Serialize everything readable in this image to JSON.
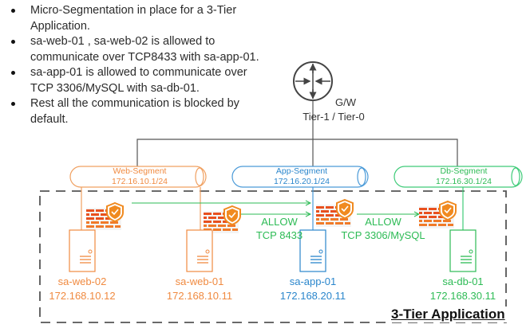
{
  "bullets": [
    "Micro-Segmentation in place for a 3-Tier Application.",
    "sa-web-01 , sa-web-02 is allowed to communicate over TCP8433 with sa-app-01.",
    "sa-app-01 is allowed to communicate over TCP 3306/MySQL with sa-db-01.",
    "Rest all the communication is blocked by default."
  ],
  "gateway": {
    "icon": "router-icon",
    "name": "G/W",
    "tiers": "Tier-1 / Tier-0"
  },
  "segments": [
    {
      "name": "Web-Segment",
      "cidr": "172.16.10.1/24",
      "color": "#f0a060"
    },
    {
      "name": "App-Segment",
      "cidr": "172.16.20.1/24",
      "color": "#4a9ad8"
    },
    {
      "name": "Db-Segment",
      "cidr": "172.16.30.1/24",
      "color": "#3ecb78"
    }
  ],
  "hosts": [
    {
      "name": "sa-web-02",
      "ip": "172.168.10.12",
      "color": "#f08a40"
    },
    {
      "name": "sa-web-01",
      "ip": "172.168.10.11",
      "color": "#f08a40"
    },
    {
      "name": "sa-app-01",
      "ip": "172.168.20.11",
      "color": "#2a86cc"
    },
    {
      "name": "sa-db-01",
      "ip": "172.168.30.11",
      "color": "#2dbb55"
    }
  ],
  "rules": [
    {
      "action": "ALLOW",
      "protocol": "TCP 8433"
    },
    {
      "action": "ALLOW",
      "protocol": "TCP 3306/MySQL"
    }
  ],
  "firewall_icon": "firewall-shield-icon",
  "boundary_label": "3-Tier Application",
  "colors": {
    "allow_flow": "#2dbb55",
    "firewall_brick": "#e8501e",
    "firewall_shield": "#f08a20",
    "bus": "#555555"
  }
}
